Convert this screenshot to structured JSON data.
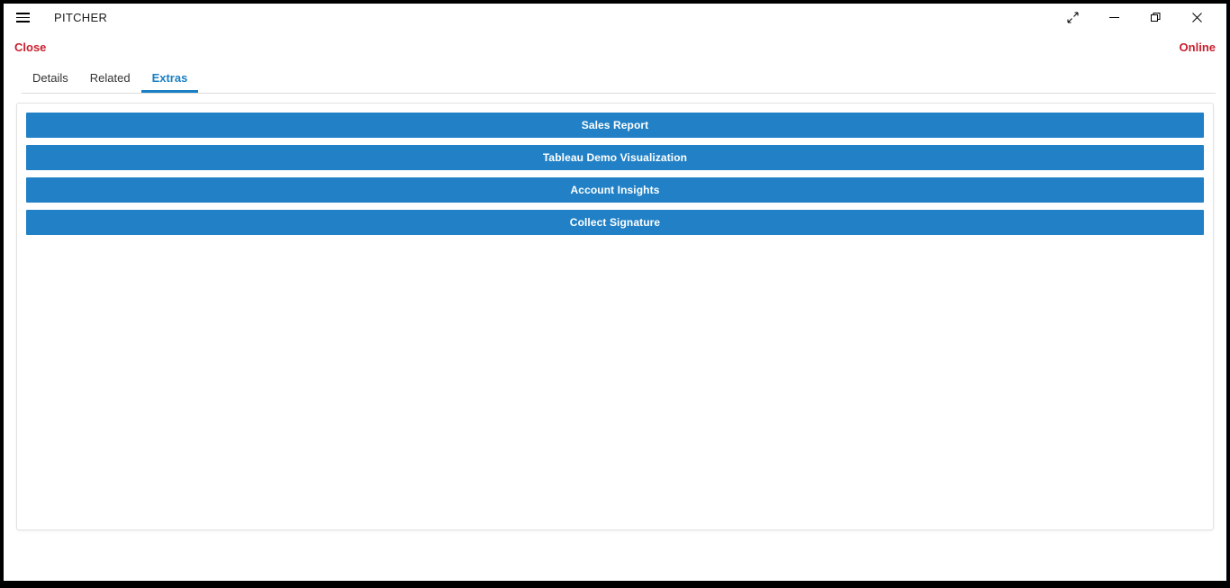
{
  "window": {
    "title": "PITCHER",
    "menu_icon": "hamburger-icon",
    "controls": [
      {
        "name": "expand-button",
        "icon": "diagonal-arrows-icon",
        "label": "Expand"
      },
      {
        "name": "minimize-button",
        "icon": "minimize-icon",
        "label": "Minimize"
      },
      {
        "name": "restore-button",
        "icon": "restore-icon",
        "label": "Restore"
      },
      {
        "name": "close-window-button",
        "icon": "close-x-icon",
        "label": "Close"
      }
    ]
  },
  "status": {
    "close_label": "Close",
    "online_label": "Online",
    "accent_color": "#c8202f"
  },
  "tabs": [
    {
      "label": "Details",
      "active": false
    },
    {
      "label": "Related",
      "active": false
    },
    {
      "label": "Extras",
      "active": true
    }
  ],
  "main": {
    "buttons": [
      {
        "label": "Sales Report"
      },
      {
        "label": "Tableau Demo Visualization"
      },
      {
        "label": "Account Insights"
      },
      {
        "label": "Collect Signature"
      }
    ],
    "button_color": "#2281c6",
    "active_tab_color": "#1b7fc4"
  }
}
